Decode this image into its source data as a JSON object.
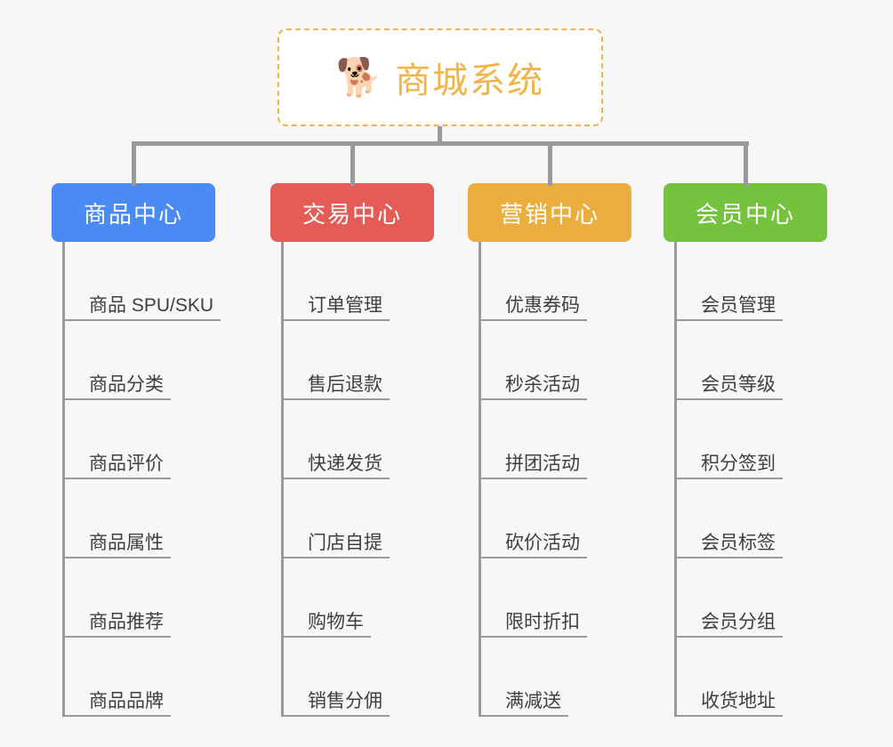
{
  "root": {
    "title": "商城系统",
    "icon": "shiba-dog-icon",
    "emoji": "🐕",
    "border_color": "#f0b44a",
    "text_color": "#f0b44a"
  },
  "background_color": "#f7f7f7",
  "connector_color": "#9a9a9a",
  "columns": [
    {
      "id": "product-center",
      "label": "商品中心",
      "color": "#4a8af4",
      "items": [
        "商品 SPU/SKU",
        "商品分类",
        "商品评价",
        "商品属性",
        "商品推荐",
        "商品品牌"
      ]
    },
    {
      "id": "trade-center",
      "label": "交易中心",
      "color": "#e55b55",
      "items": [
        "订单管理",
        "售后退款",
        "快递发货",
        "门店自提",
        "购物车",
        "销售分佣"
      ]
    },
    {
      "id": "marketing-center",
      "label": "营销中心",
      "color": "#eaad3e",
      "items": [
        "优惠券码",
        "秒杀活动",
        "拼团活动",
        "砍价活动",
        "限时折扣",
        "满减送"
      ]
    },
    {
      "id": "member-center",
      "label": "会员中心",
      "color": "#74c23d",
      "items": [
        "会员管理",
        "会员等级",
        "积分签到",
        "会员标签",
        "会员分组",
        "收货地址"
      ]
    }
  ]
}
